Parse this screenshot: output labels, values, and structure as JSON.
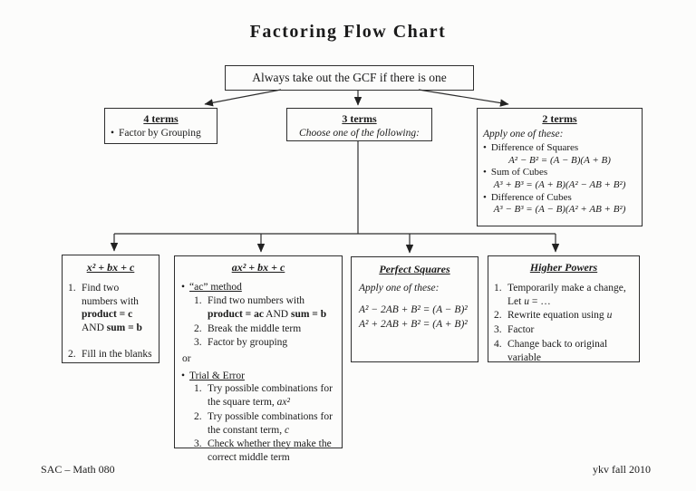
{
  "title": "Factoring Flow Chart",
  "glyphs": {
    "bullet": "•"
  },
  "gcf": {
    "text": "Always take out the GCF if there is one"
  },
  "four_terms": {
    "heading": "4 terms",
    "item": "Factor by Grouping"
  },
  "three_terms": {
    "heading": "3 terms",
    "note": "Choose one of the following:"
  },
  "two_terms": {
    "heading": "2 terms",
    "note": "Apply one of these:",
    "items": [
      {
        "label": "Difference of Squares",
        "formula": "A² − B² = (A − B)(A + B)"
      },
      {
        "label": "Sum of Cubes",
        "formula": "A³ + B³ = (A + B)(A² − AB + B²)"
      },
      {
        "label": "Difference of Cubes",
        "formula": "A³ − B³ = (A − B)(A² + AB + B²)"
      }
    ]
  },
  "x2bxc": {
    "heading": "x² + bx + c",
    "step1": {
      "num": "1.",
      "pre": "Find two numbers with ",
      "bold1": "product = c",
      "mid": " AND ",
      "bold2": "sum = b"
    },
    "step2": {
      "num": "2.",
      "text": "Fill in the blanks"
    }
  },
  "ax2bxc": {
    "heading": "ax² + bx + c",
    "ac_method": {
      "label": "“ac” method",
      "step1": {
        "num": "1.",
        "pre": "Find two numbers with ",
        "bold1": "product = ac",
        "mid": "  AND ",
        "bold2": "sum = b"
      },
      "step2": {
        "num": "2.",
        "text": "Break the middle term"
      },
      "step3": {
        "num": "3.",
        "text": "Factor by grouping"
      }
    },
    "or": "or",
    "trial_error": {
      "label": "Trial & Error",
      "step1": {
        "num": "1.",
        "pre": "Try possible combinations for the square term, ",
        "math": "ax²"
      },
      "step2": {
        "num": "2.",
        "pre": "Try possible combinations for the constant term, ",
        "math": "c"
      },
      "step3": {
        "num": "3.",
        "text": "Check whether they make the correct middle term"
      }
    }
  },
  "perfect_squares": {
    "heading": "Perfect Squares",
    "note": "Apply one of these:",
    "formulas": [
      "A² − 2AB + B² = (A − B)²",
      "A² + 2AB + B² = (A + B)²"
    ]
  },
  "higher_powers": {
    "heading": "Higher Powers",
    "step1": {
      "num": "1.",
      "line1": "Temporarily make a change,",
      "pre": "Let  ",
      "math": "u",
      "post": " = …"
    },
    "step2": {
      "num": "2.",
      "pre": "Rewrite equation using ",
      "math": "u"
    },
    "step3": {
      "num": "3.",
      "text": "Factor"
    },
    "step4": {
      "num": "4.",
      "text": "Change back to original variable"
    }
  },
  "footer": {
    "left": "SAC – Math 080",
    "right": "ykv fall 2010"
  }
}
